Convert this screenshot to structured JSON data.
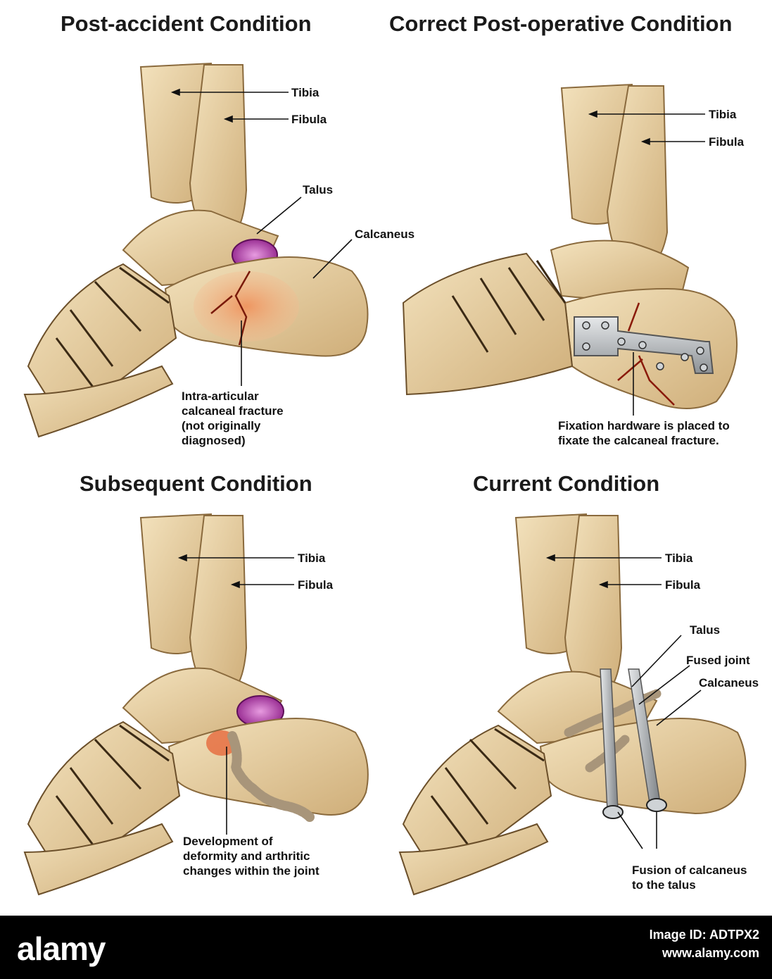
{
  "panels": [
    {
      "title": "Post-accident Condition",
      "labels": {
        "tibia": "Tibia",
        "fibula": "Fibula",
        "talus": "Talus",
        "calcaneus": "Calcaneus",
        "note": [
          "Intra-articular",
          "calcaneal fracture",
          "(not originally",
          "diagnosed)"
        ]
      }
    },
    {
      "title": "Correct Post-operative Condition",
      "labels": {
        "tibia": "Tibia",
        "fibula": "Fibula",
        "note": [
          "Fixation hardware is placed to",
          "fixate the calcaneal fracture."
        ]
      }
    },
    {
      "title": "Subsequent Condition",
      "labels": {
        "tibia": "Tibia",
        "fibula": "Fibula",
        "note": [
          "Development of",
          "deformity and arthritic",
          "changes within the joint"
        ]
      }
    },
    {
      "title": "Current Condition",
      "labels": {
        "tibia": "Tibia",
        "fibula": "Fibula",
        "talus": "Talus",
        "fused": "Fused joint",
        "calcaneus": "Calcaneus",
        "note": [
          "Fusion of calcaneus",
          "to the talus"
        ]
      }
    }
  ],
  "footer": {
    "brand": "alamy",
    "image_id": "Image ID: ADTPX2",
    "site": "www.alamy.com"
  },
  "colors": {
    "bone": "#e9d3a6",
    "bone_shadow": "#c9a774",
    "fracture": "#e8733a",
    "cartilage": "#a8239a"
  }
}
